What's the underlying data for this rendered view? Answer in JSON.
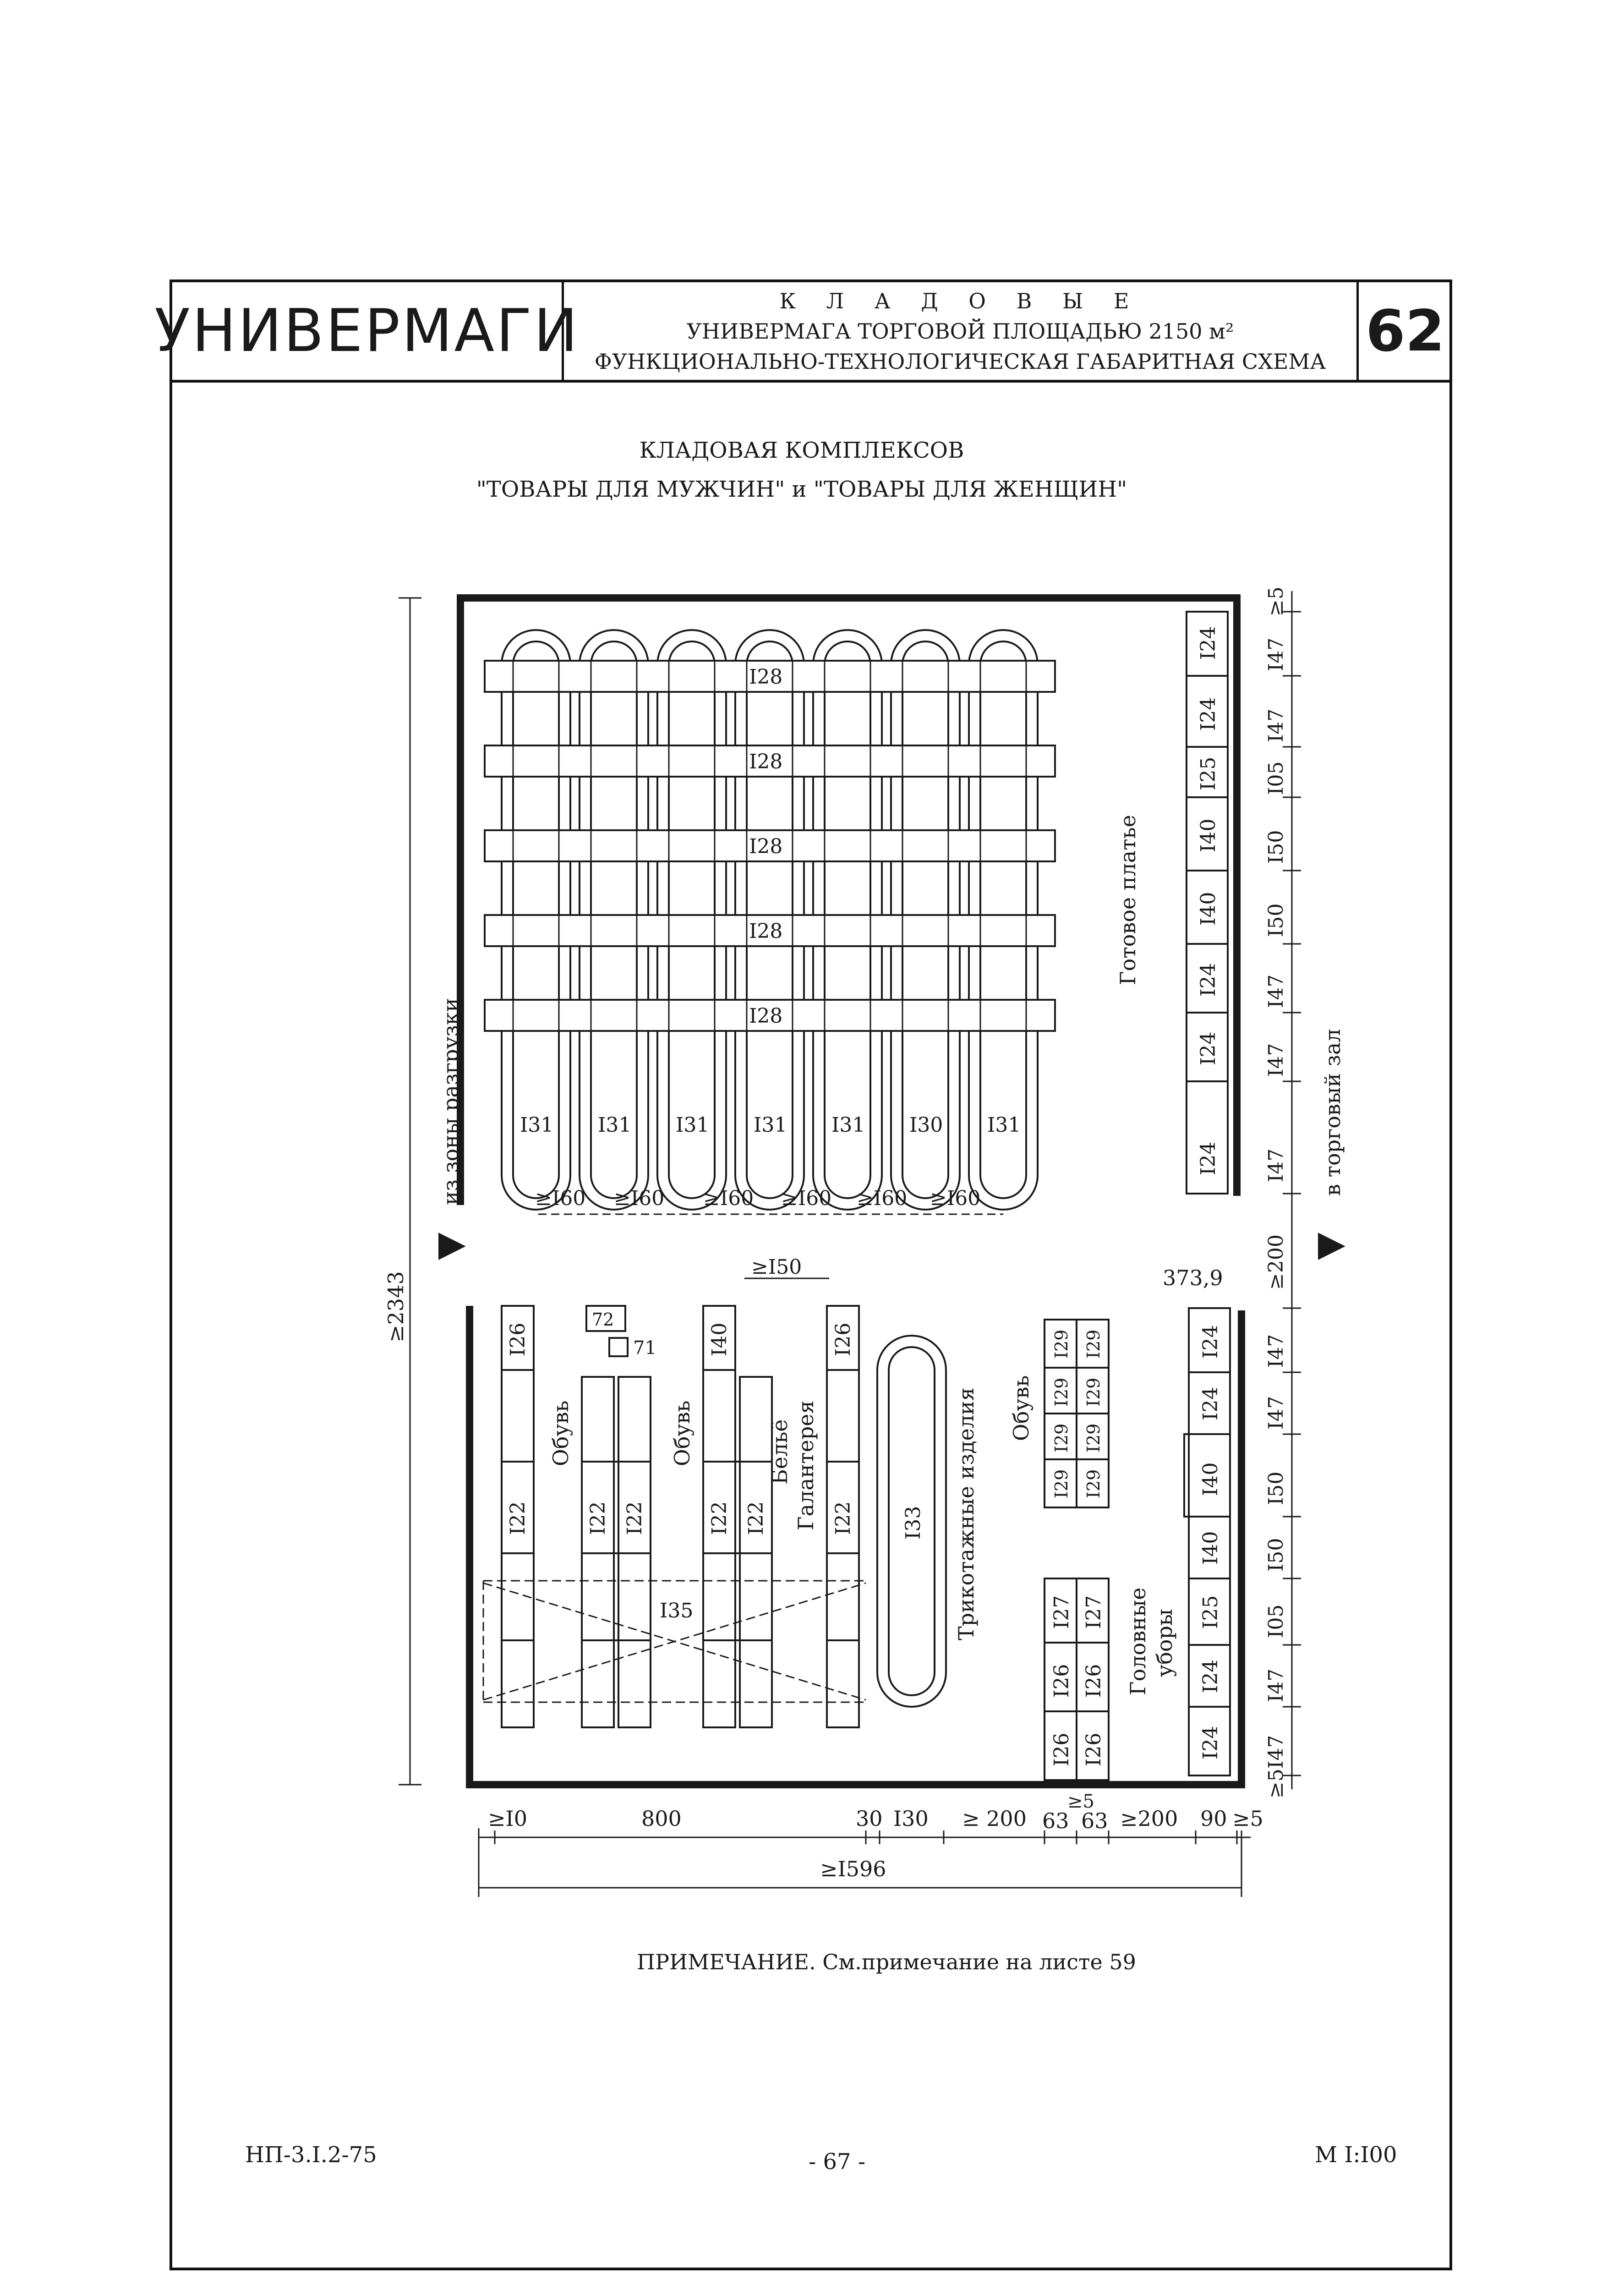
{
  "header": {
    "logo": "УНИВЕРМАГИ",
    "title_line1": "К Л А Д О В Ы Е",
    "title_line2": "УНИВЕРМАГА ТОРГОВОЙ ПЛОЩАДЬЮ 2150 м²",
    "title_line3": "ФУНКЦИОНАЛЬНО-ТЕХНОЛОГИЧЕСКАЯ ГАБАРИТНАЯ СХЕМА",
    "sheet_number": "62"
  },
  "plan": {
    "title_line1": "КЛАДОВАЯ КОМПЛЕКСОВ",
    "title_line2": "\"ТОВАРЫ ДЛЯ МУЖЧИН\" и \"ТОВАРЫ ДЛЯ ЖЕНЩИН\"",
    "entry_label": "из зоны разгрузки",
    "exit_label": "в торговый зал",
    "upper": {
      "hanger_row_label": "I28",
      "hanger_loop_label": "I31",
      "hanger_loop_label_alt": "I30",
      "zone_label": "Готовое платье",
      "gap_labels": [
        "≥I60",
        "≥I60",
        "≥I60",
        "≥I60",
        "≥I60",
        "≥I60"
      ],
      "right_racks": [
        "I24",
        "I24",
        "I25",
        "I40",
        "I40",
        "I24",
        "I24",
        "I24"
      ],
      "right_dims": [
        "I47",
        "I47",
        "I05",
        "I50",
        "I50",
        "I47",
        "I47",
        "I47"
      ]
    },
    "lower": {
      "footwear_label": "Обувь",
      "linen_label": "Бельё",
      "haberdashery_label": "Галантерея",
      "knitwear_label": "Трикотажные изделия",
      "headwear_label_1": "Головные",
      "headwear_label_2": "уборы",
      "gap_label": "≥I50",
      "dim_373": "373,9",
      "box_72": "72",
      "box_71": "71",
      "rack_I26": "I26",
      "rack_I22": "I22",
      "rack_I40": "I40",
      "rack_I35": "I35",
      "rack_I33": "I33",
      "rack_I29": "I29",
      "rack_I27": "I27",
      "right_racks": [
        "I24",
        "I24",
        "I40",
        "I40",
        "I25",
        "I24",
        "I24"
      ],
      "right_dims": [
        "I47",
        "I47",
        "I50",
        "I50",
        "I05",
        "I47",
        "I47"
      ]
    },
    "dims": {
      "top_gap": "≥5",
      "bottom_gap": "≥5",
      "mid_gap": "≥200",
      "total_height": "≥2343",
      "bottom_row": [
        "≥I0",
        "800",
        "30",
        "I30",
        "≥ 200",
        "63",
        "63",
        "≥200",
        "90",
        "≥5"
      ],
      "bottom_small": "≥5",
      "total_width": "≥I596"
    }
  },
  "note": "ПРИМЕЧАНИЕ. См.примечание на листе 59",
  "footer": {
    "code": "НП-3.I.2-75",
    "page": "- 67 -",
    "scale": "М I:I00"
  }
}
